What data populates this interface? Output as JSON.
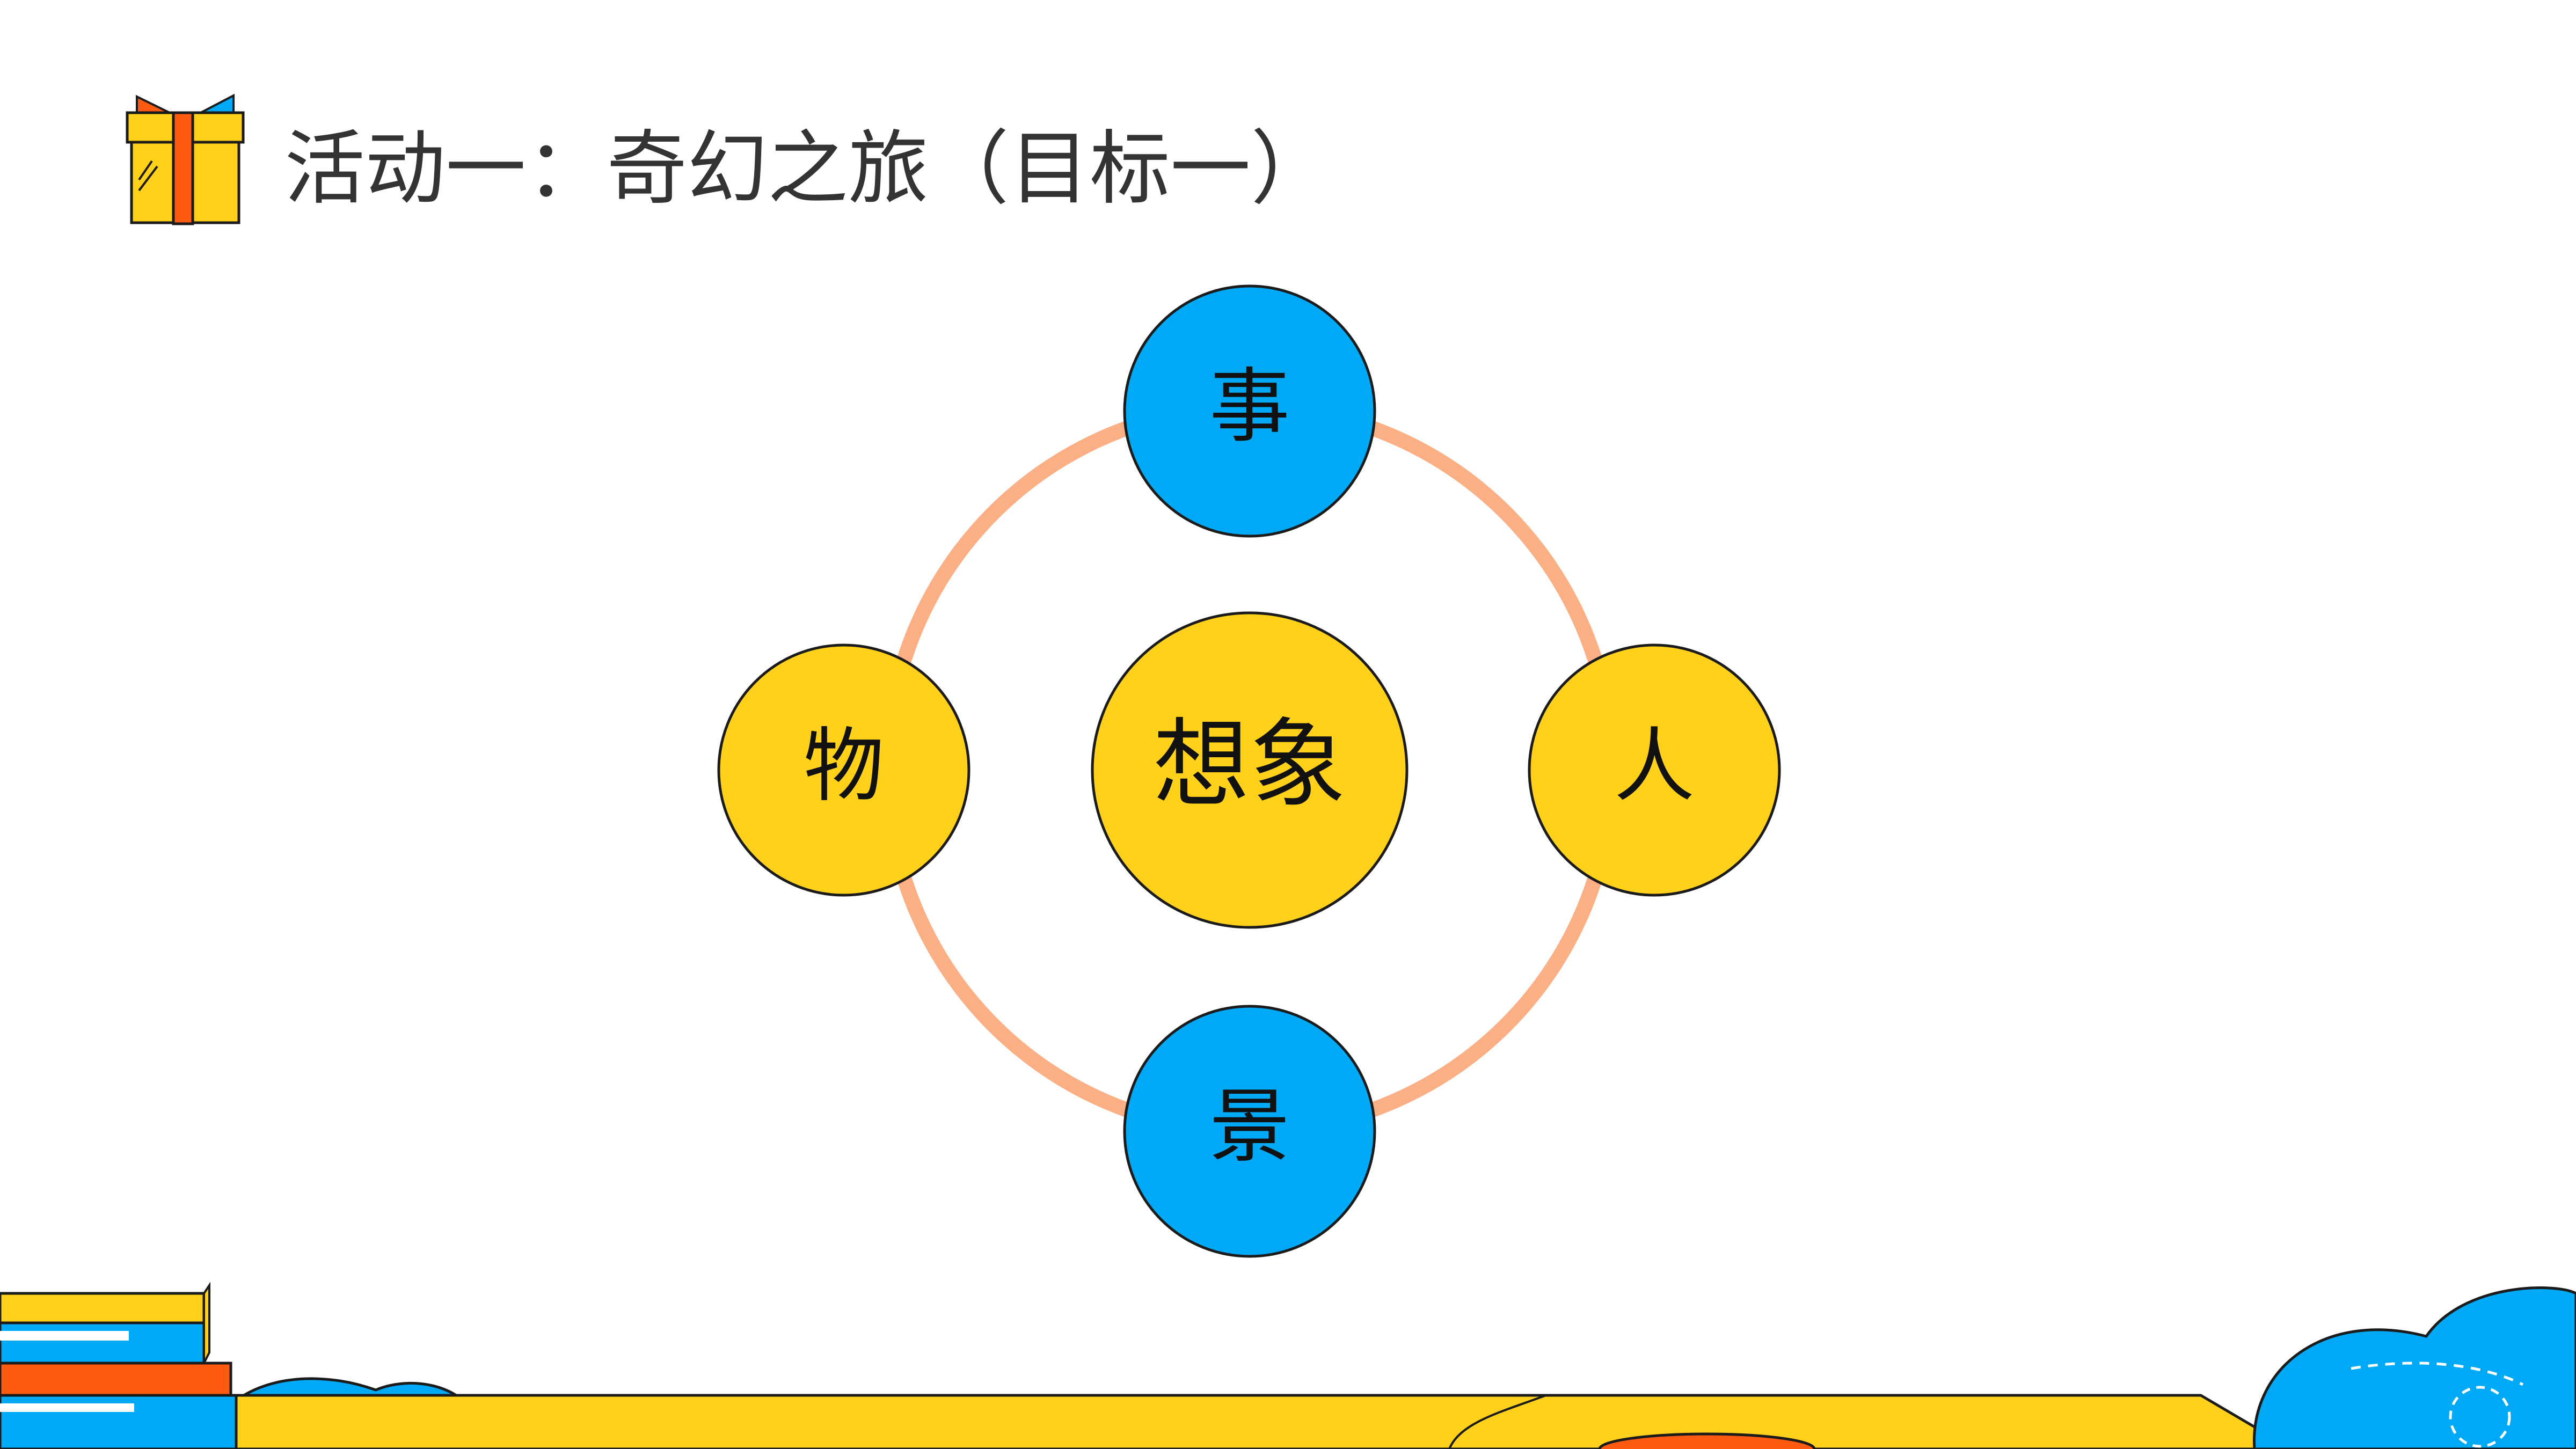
{
  "title": "活动一：奇幻之旅（目标一）",
  "diagram": {
    "center": {
      "label": "想象",
      "color": "#FFD11A"
    },
    "ring_color": "#FBAF85",
    "nodes": [
      {
        "id": "top",
        "label": "事",
        "color": "#00A9F6"
      },
      {
        "id": "right",
        "label": "人",
        "color": "#FFD11A"
      },
      {
        "id": "bottom",
        "label": "景",
        "color": "#00A9F6"
      },
      {
        "id": "left",
        "label": "物",
        "color": "#FFD11A"
      }
    ]
  },
  "icons": {
    "title_icon": "gift-box-icon"
  },
  "colors": {
    "yellow": "#FFD11A",
    "blue": "#00A9F6",
    "orange": "#FF5A12",
    "outline": "#1B1B1B"
  }
}
